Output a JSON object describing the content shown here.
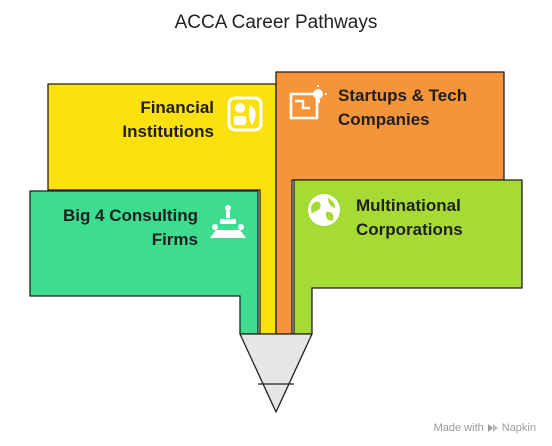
{
  "title": "ACCA Career Pathways",
  "boxes": {
    "financial": {
      "label_line1": "Financial",
      "label_line2": "Institutions",
      "icon": "finance-icon",
      "color": "#FCE10E"
    },
    "startups": {
      "label_line1": "Startups & Tech",
      "label_line2": "Companies",
      "icon": "blueprint-bulb-icon",
      "color": "#F6943A"
    },
    "big4": {
      "label_line1": "Big 4 Consulting",
      "label_line2": "Firms",
      "icon": "meeting-table-icon",
      "color": "#3EDC8E"
    },
    "multinational": {
      "label_line1": "Multinational",
      "label_line2": "Corporations",
      "icon": "globe-icon",
      "color": "#A6DB35"
    }
  },
  "watermark": {
    "made_with": "Made with",
    "brand": "Napkin"
  }
}
